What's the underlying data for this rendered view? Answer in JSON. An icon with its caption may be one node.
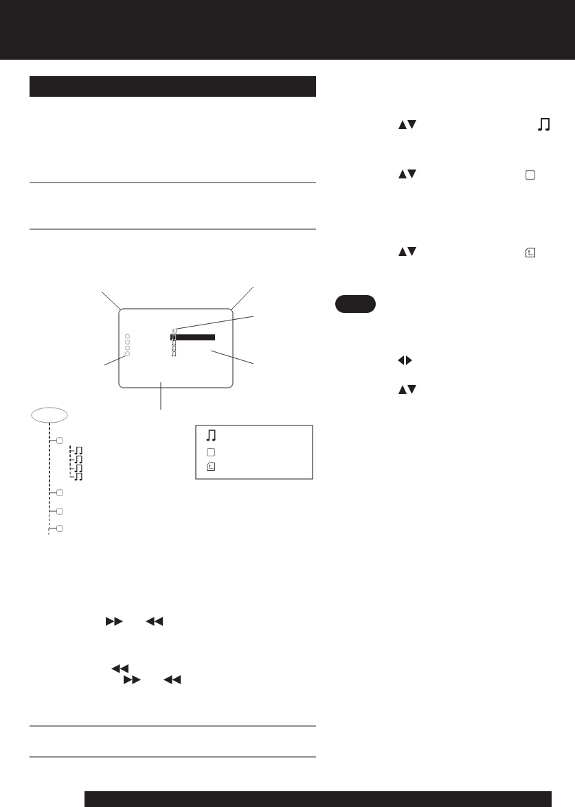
{
  "diagram": {
    "nodes": [
      {
        "text": [],
        "shape": "bar"
      },
      {
        "text": [],
        "shape": "box"
      },
      {
        "text": [],
        "shape": "picture",
        "in": 1
      },
      {
        "text": [],
        "shape": "box",
        "in": 1
      },
      {
        "text": [],
        "shape": "box",
        "in": 1
      },
      {
        "text": [],
        "shape": "box",
        "in": 1
      },
      {
        "text": [],
        "shape": "box",
        "in": 1
      },
      {
        "text": [],
        "shape": "ellipse"
      },
      {
        "text": [],
        "shape": "box"
      },
      {
        "text": [],
        "shape": "picture"
      },
      {
        "text": [],
        "shape": "picture"
      },
      {
        "text": [],
        "shape": "picture"
      },
      {
        "text": [],
        "shape": "picture"
      },
      {
        "text": [],
        "shape": "box"
      },
      {
        "text": [],
        "shape": "box"
      },
      {
        "text": [],
        "shape": "box"
      }
    ],
    "edges": [
      {
        "from": null,
        "to": 1,
        "arrow": "none"
      },
      {
        "from": null,
        "to": 1,
        "arrow": "none"
      },
      {
        "from": null,
        "to": 2,
        "arrow": "none"
      },
      {
        "from": null,
        "to": 6,
        "arrow": "none"
      },
      {
        "from": null,
        "to": 1,
        "arrow": "none"
      },
      {
        "from": 7,
        "to": 8,
        "arrow": "none",
        "style": "dashed"
      },
      {
        "from": 7,
        "to": 13,
        "arrow": "none",
        "style": "dashed"
      },
      {
        "from": 7,
        "to": 14,
        "arrow": "none",
        "style": "dashed"
      },
      {
        "from": 7,
        "to": 15,
        "arrow": "none",
        "style": "dashed"
      },
      {
        "from": 8,
        "to": 9,
        "arrow": "none",
        "style": "dashed"
      },
      {
        "from": 8,
        "to": 10,
        "arrow": "none",
        "style": "dashed"
      },
      {
        "from": 8,
        "to": 11,
        "arrow": "none",
        "style": "dashed"
      },
      {
        "from": 8,
        "to": 12,
        "arrow": "none",
        "style": "dashed"
      }
    ]
  }
}
